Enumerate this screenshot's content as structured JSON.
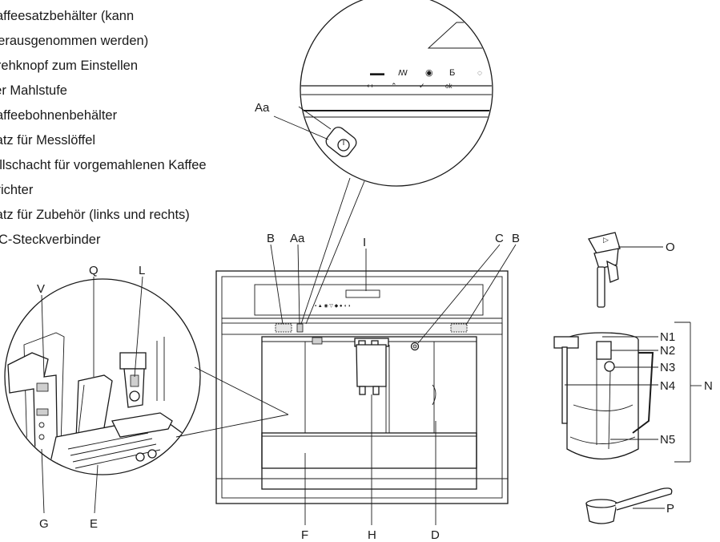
{
  "legend": [
    "Kaffeesatzbehälter (kann",
    "herausgenommen werden)",
    "Drehknopf zum Einstellen",
    "der Mahlstufe",
    "Kaffeebohnenbehälter",
    "Platz für Messlöffel",
    "Füllschacht für vorgemahlenen Kaffee",
    "Trichter",
    "Platz für Zubehör (links und rechts)",
    "NTC-Steckverbinder"
  ],
  "callouts": {
    "Aa_top": "Aa",
    "B_left": "B",
    "Aa_mid": "Aa",
    "I": "I",
    "C": "C",
    "B_right": "B",
    "V": "V",
    "Q": "Q",
    "L": "L",
    "G": "G",
    "E": "E",
    "F": "F",
    "H": "H",
    "D": "D",
    "O": "O",
    "N1": "N1",
    "N2": "N2",
    "N3": "N3",
    "N4": "N4",
    "N5": "N5",
    "N": "N",
    "P": "P"
  },
  "colors": {
    "line": "#1a1a1a",
    "shade": "#cfcfcf",
    "background": "#ffffff"
  }
}
